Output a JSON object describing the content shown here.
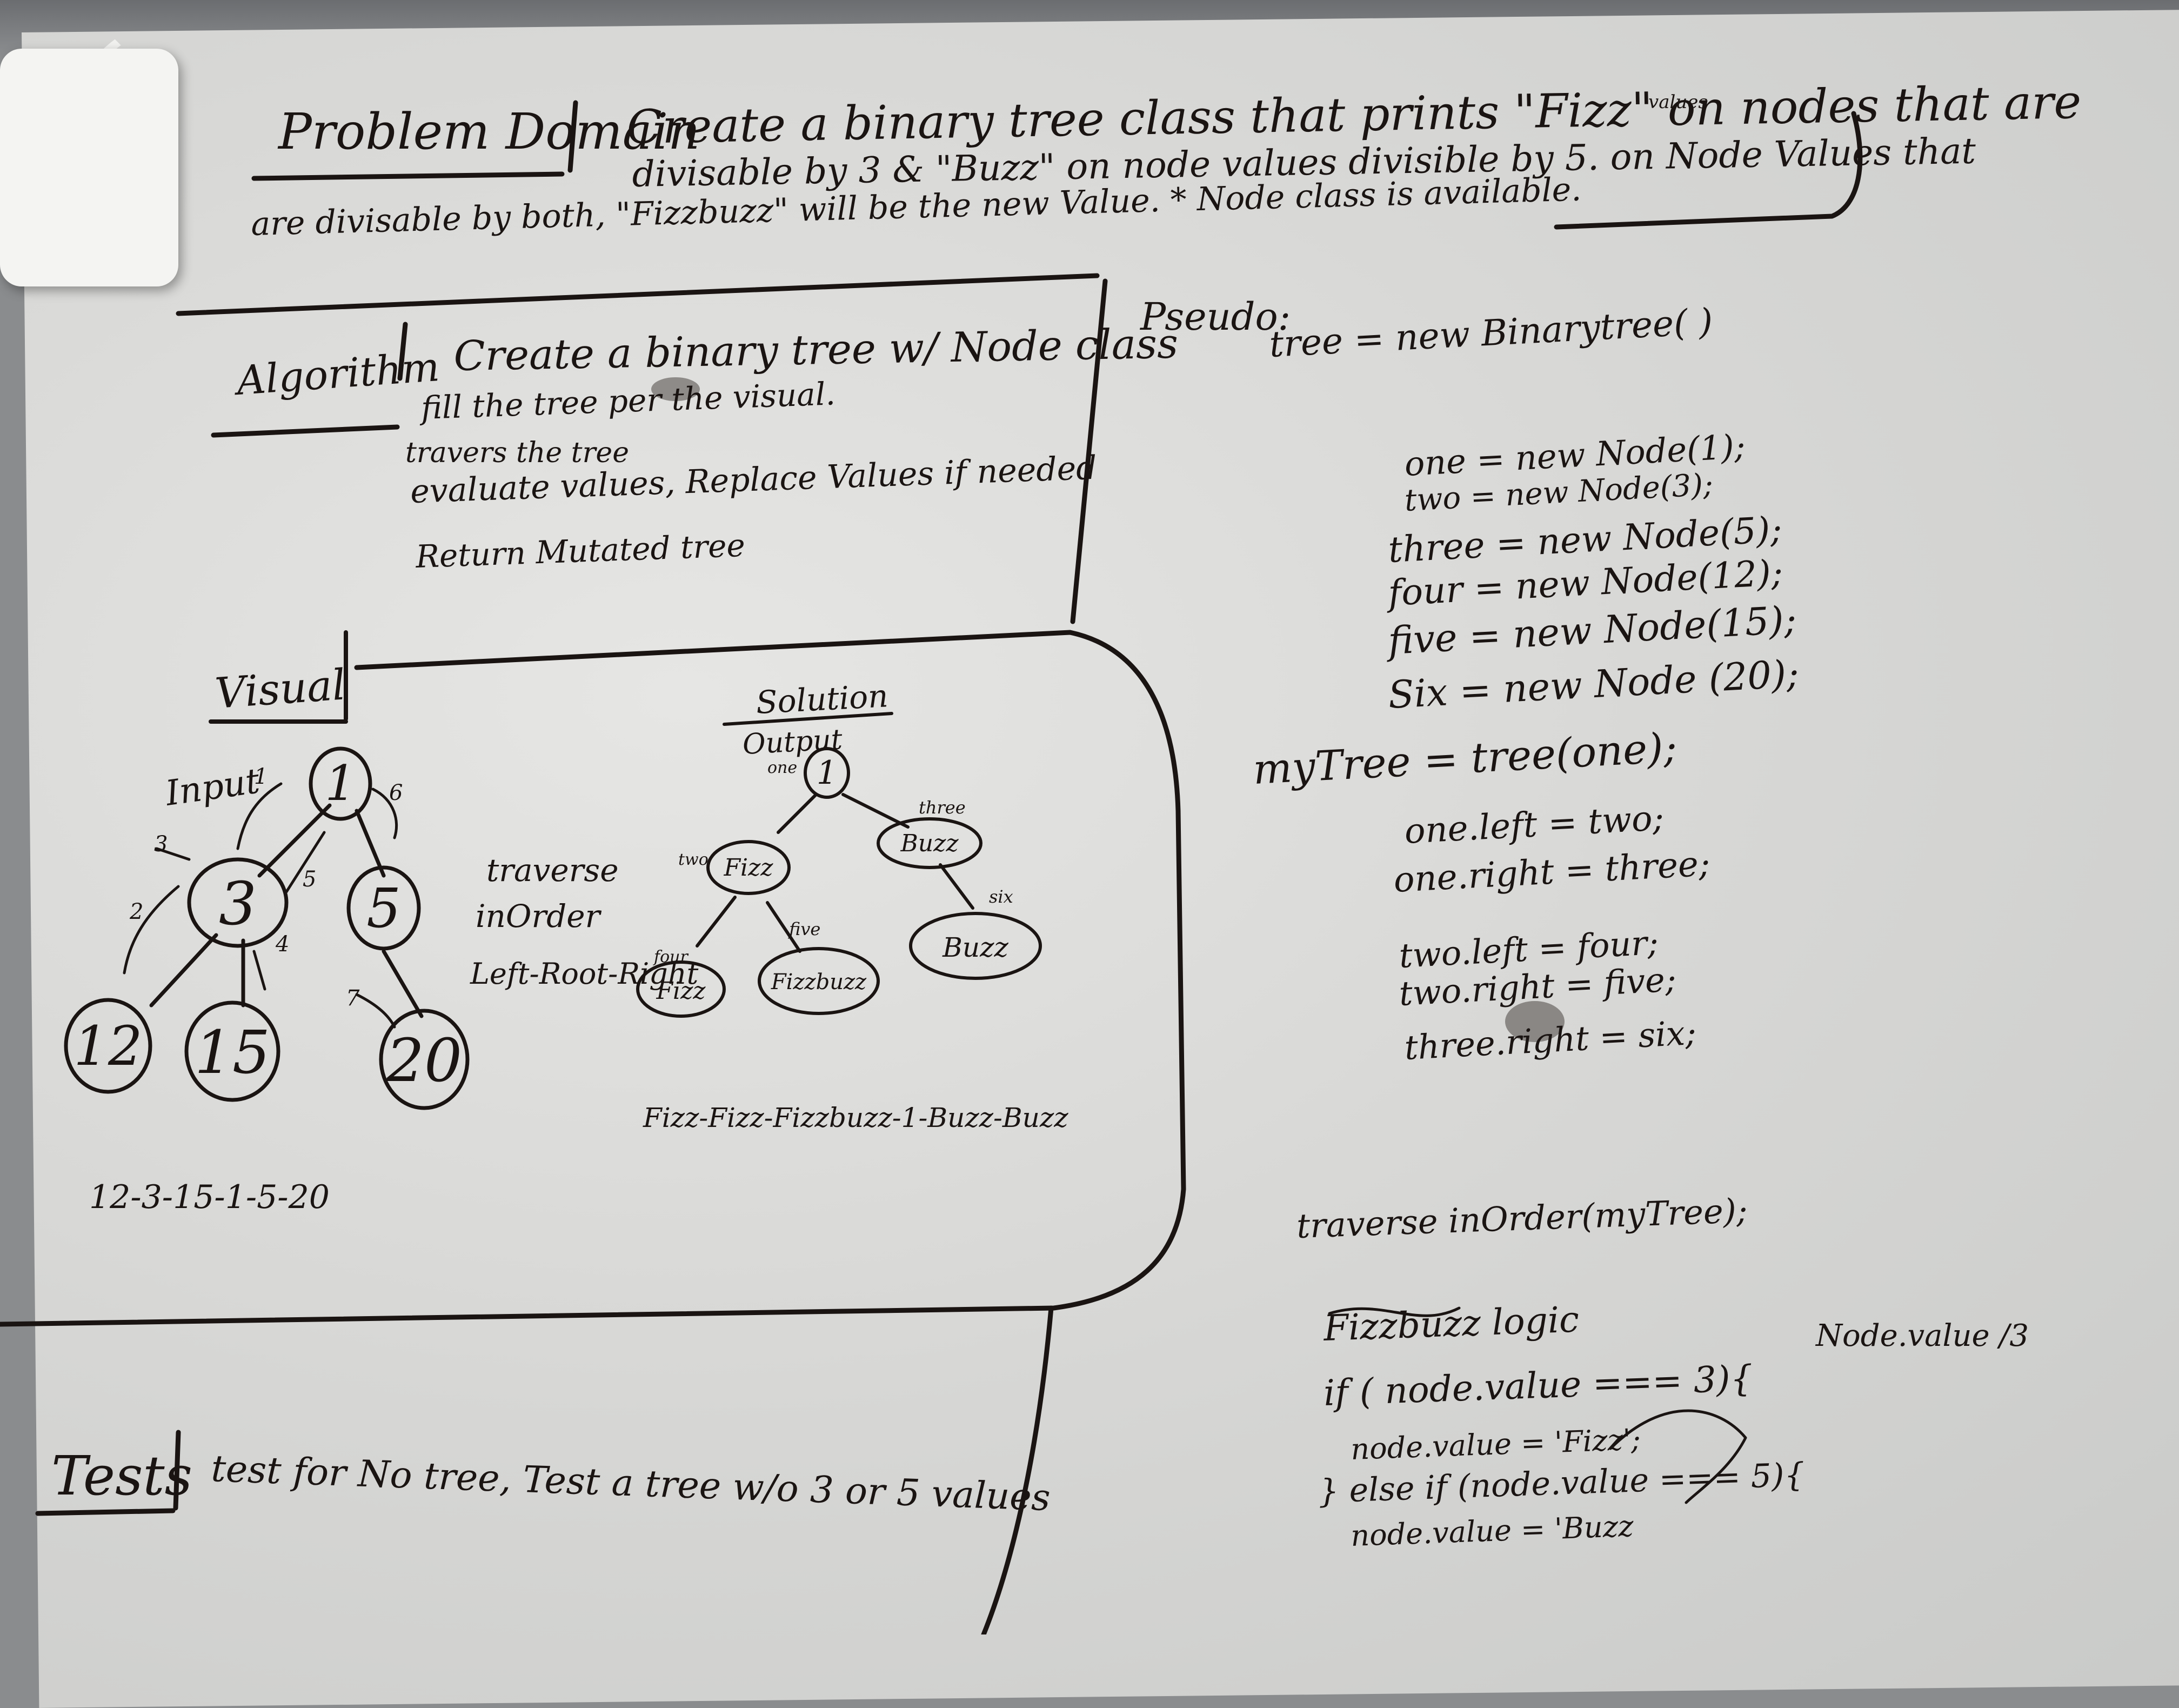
{
  "problem": {
    "heading": "Problem Domain",
    "line1": "Create a binary tree class that prints \"Fizz\" on nodes that are",
    "line1_insert": "values",
    "line2": "divisable by 3 & \"Buzz\" on node values divisible by 5. on Node Values that",
    "line3": "are divisable by both, \"Fizzbuzz\" will be the new Value.  * Node class is available."
  },
  "algorithm": {
    "heading": "Algorithm",
    "steps": [
      "Create a binary tree w/ Node class",
      "fill the tree per the visual.",
      "travers the tree",
      "evaluate values, Replace Values if needed",
      "Return Mutated tree"
    ]
  },
  "pseudo": {
    "heading": "Pseudo:",
    "tree_line": "tree = new Binarytree( )",
    "node_lines": [
      "one = new Node(1);",
      "two = new Node(3);",
      "three = new Node(5);",
      "four = new Node(12);",
      "five = new Node(15);",
      "Six = new Node (20);"
    ],
    "mytree_line": "myTree = tree(one);",
    "assign_lines": [
      "one.left = two;",
      "one.right = three;",
      "two.left = four;",
      "two.right = five;",
      "three.right = six;"
    ],
    "traverse_call": "traverse inOrder(myTree);",
    "logic_heading": "Fizzbuzz logic",
    "side_note": "Node.value /3",
    "logic_lines": [
      "if ( node.value === 3){",
      "node.value = 'Fizz';",
      "} else if (node.value === 5){",
      "node.value = 'Buzz"
    ]
  },
  "visual": {
    "heading": "Visual",
    "input_label": "Input",
    "input_nodes": [
      "1",
      "3",
      "5",
      "12",
      "15",
      "20"
    ],
    "step_numbers": [
      "1",
      "2",
      "3",
      "4",
      "5",
      "6",
      "7"
    ],
    "input_order": "12-3-15-1-5-20",
    "traverse_text": [
      "traverse",
      "inOrder",
      "Left-Root-Right"
    ],
    "solution_label": "Solution",
    "output_label": "Output",
    "output_nodes": [
      "1",
      "Fizz",
      "Buzz",
      "Fizz",
      "Fizzbuzz",
      "Buzz"
    ],
    "output_node_names": [
      "one",
      "two",
      "three",
      "four",
      "five",
      "six"
    ],
    "output_order": "Fizz-Fizz-Fizzbuzz-1-Buzz-Buzz"
  },
  "tests": {
    "heading": "Tests",
    "text": "test for No tree, Test a tree w/o 3 or 5 values"
  }
}
